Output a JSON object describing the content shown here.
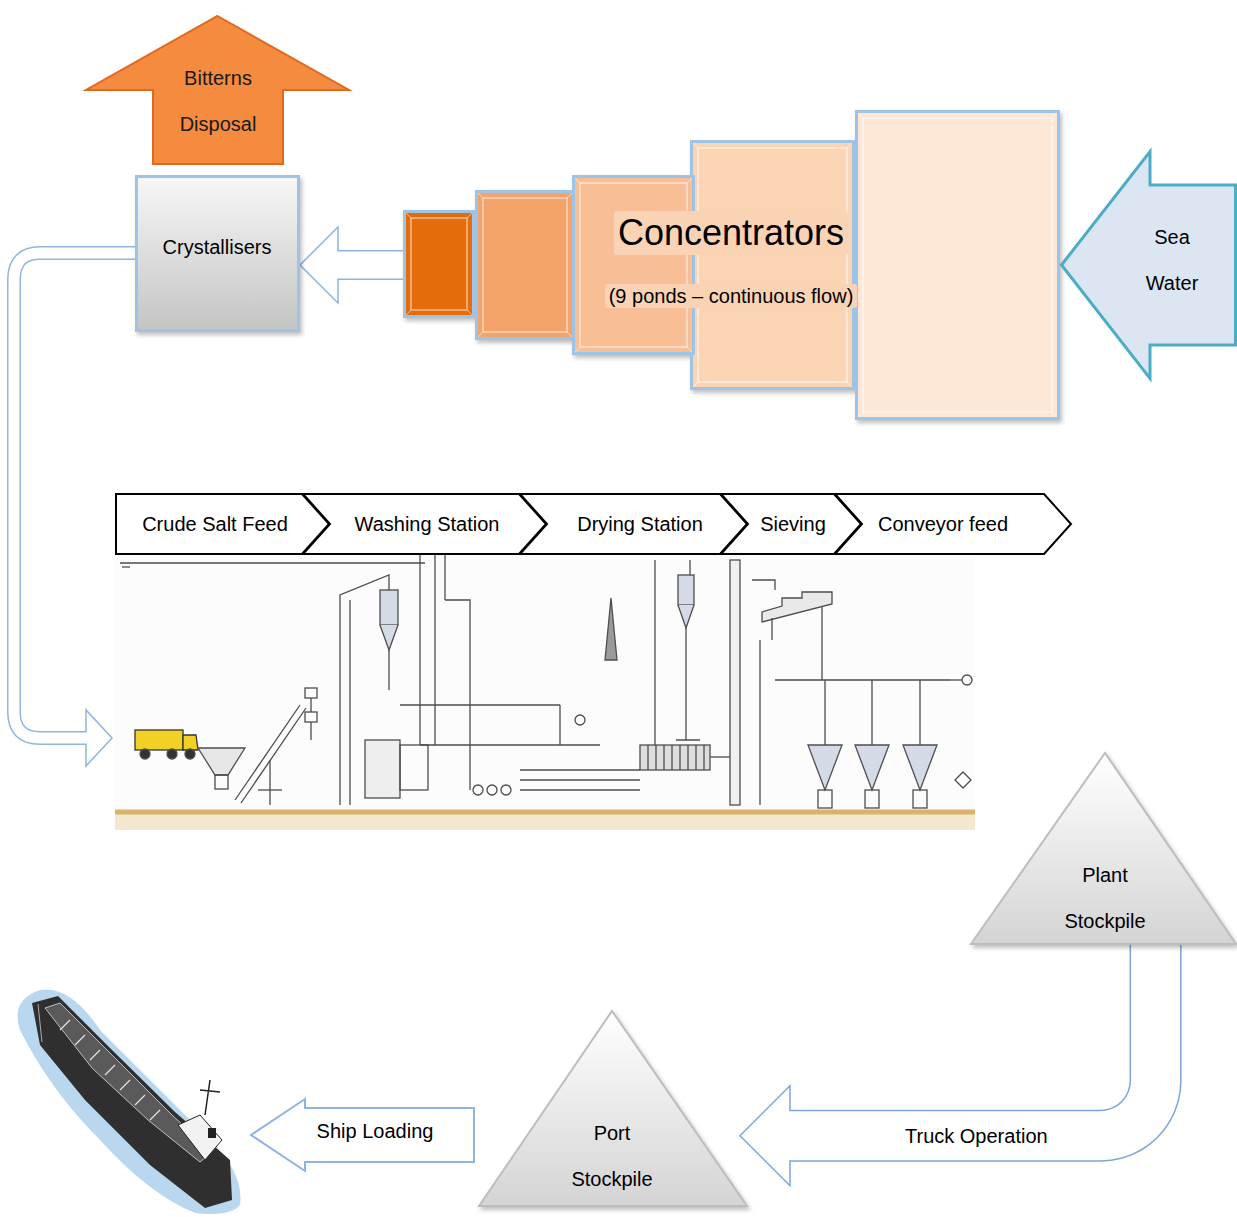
{
  "diagram": {
    "nodes": [
      {
        "text": [
          "Bitterns Disposal"
        ]
      },
      {
        "text": [
          "Crystallisers"
        ]
      },
      {
        "text": [
          "Concentrators",
          "(9 ponds – continuous flow)"
        ]
      },
      {
        "text": [
          "Sea Water"
        ]
      },
      {
        "text": [
          "Crude Salt Feed"
        ]
      },
      {
        "text": [
          "Washing Station"
        ]
      },
      {
        "text": [
          "Drying Station"
        ]
      },
      {
        "text": [
          "Sieving"
        ]
      },
      {
        "text": [
          "Conveyor feed"
        ]
      },
      {
        "text": [
          "Plant Stockpile"
        ]
      },
      {
        "text": [
          "Ship Loading"
        ]
      },
      {
        "text": [
          "Port Stockpile"
        ]
      }
    ],
    "edges": [
      {
        "from": 2,
        "to": 1,
        "arrow": "to"
      },
      {
        "from": 9,
        "to": 11,
        "label": "Truck Operation",
        "arrow": "to"
      }
    ]
  }
}
